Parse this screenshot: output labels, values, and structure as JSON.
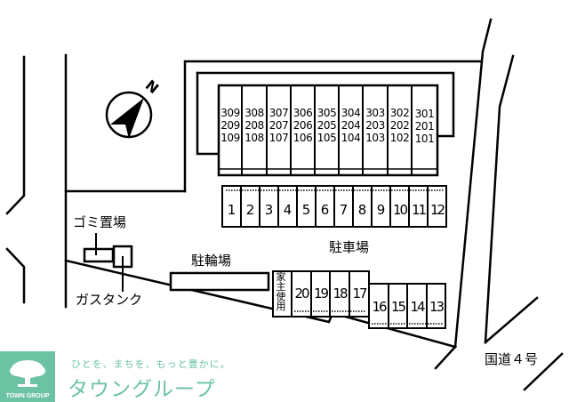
{
  "labels": {
    "garbage": "ゴミ置場",
    "gas_tank": "ガスタンク",
    "bicycle_parking": "駐輪場",
    "car_parking": "駐車場",
    "route": "国道４号",
    "owner_use": [
      "家",
      "主",
      "使",
      "用"
    ],
    "north": "N"
  },
  "building_units": [
    {
      "floors": [
        "309",
        "209",
        "109"
      ]
    },
    {
      "floors": [
        "308",
        "208",
        "108"
      ]
    },
    {
      "floors": [
        "307",
        "207",
        "107"
      ]
    },
    {
      "floors": [
        "306",
        "206",
        "106"
      ]
    },
    {
      "floors": [
        "305",
        "205",
        "105"
      ]
    },
    {
      "floors": [
        "304",
        "204",
        "104"
      ]
    },
    {
      "floors": [
        "303",
        "203",
        "103"
      ]
    },
    {
      "floors": [
        "302",
        "202",
        "102"
      ]
    },
    {
      "floors": [
        "301",
        "201",
        "101"
      ]
    }
  ],
  "parking_top": [
    "1",
    "2",
    "3",
    "4",
    "5",
    "6",
    "7",
    "8",
    "9",
    "10",
    "11",
    "12"
  ],
  "parking_bottom_left": [
    "20",
    "19",
    "18",
    "17"
  ],
  "parking_bottom_right": [
    "16",
    "15",
    "14",
    "13"
  ],
  "footer": {
    "tagline": "ひとを、まちを、もっと豊かに。",
    "brand": "タウングループ",
    "brand_en": "TOWN GROUP",
    "brand_color": "#6cc3a4"
  }
}
